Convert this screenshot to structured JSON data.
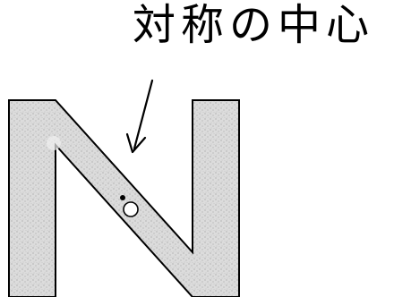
{
  "label": "対称の中心",
  "colors": {
    "shape_fill": "#d9d9d9",
    "shape_stroke": "#000000",
    "text": "#000000",
    "background": "#ffffff"
  },
  "shapes": {
    "letter": "N",
    "center_marker": "circle"
  },
  "icons": {
    "arrow": "arrow-pointing-down-left"
  }
}
